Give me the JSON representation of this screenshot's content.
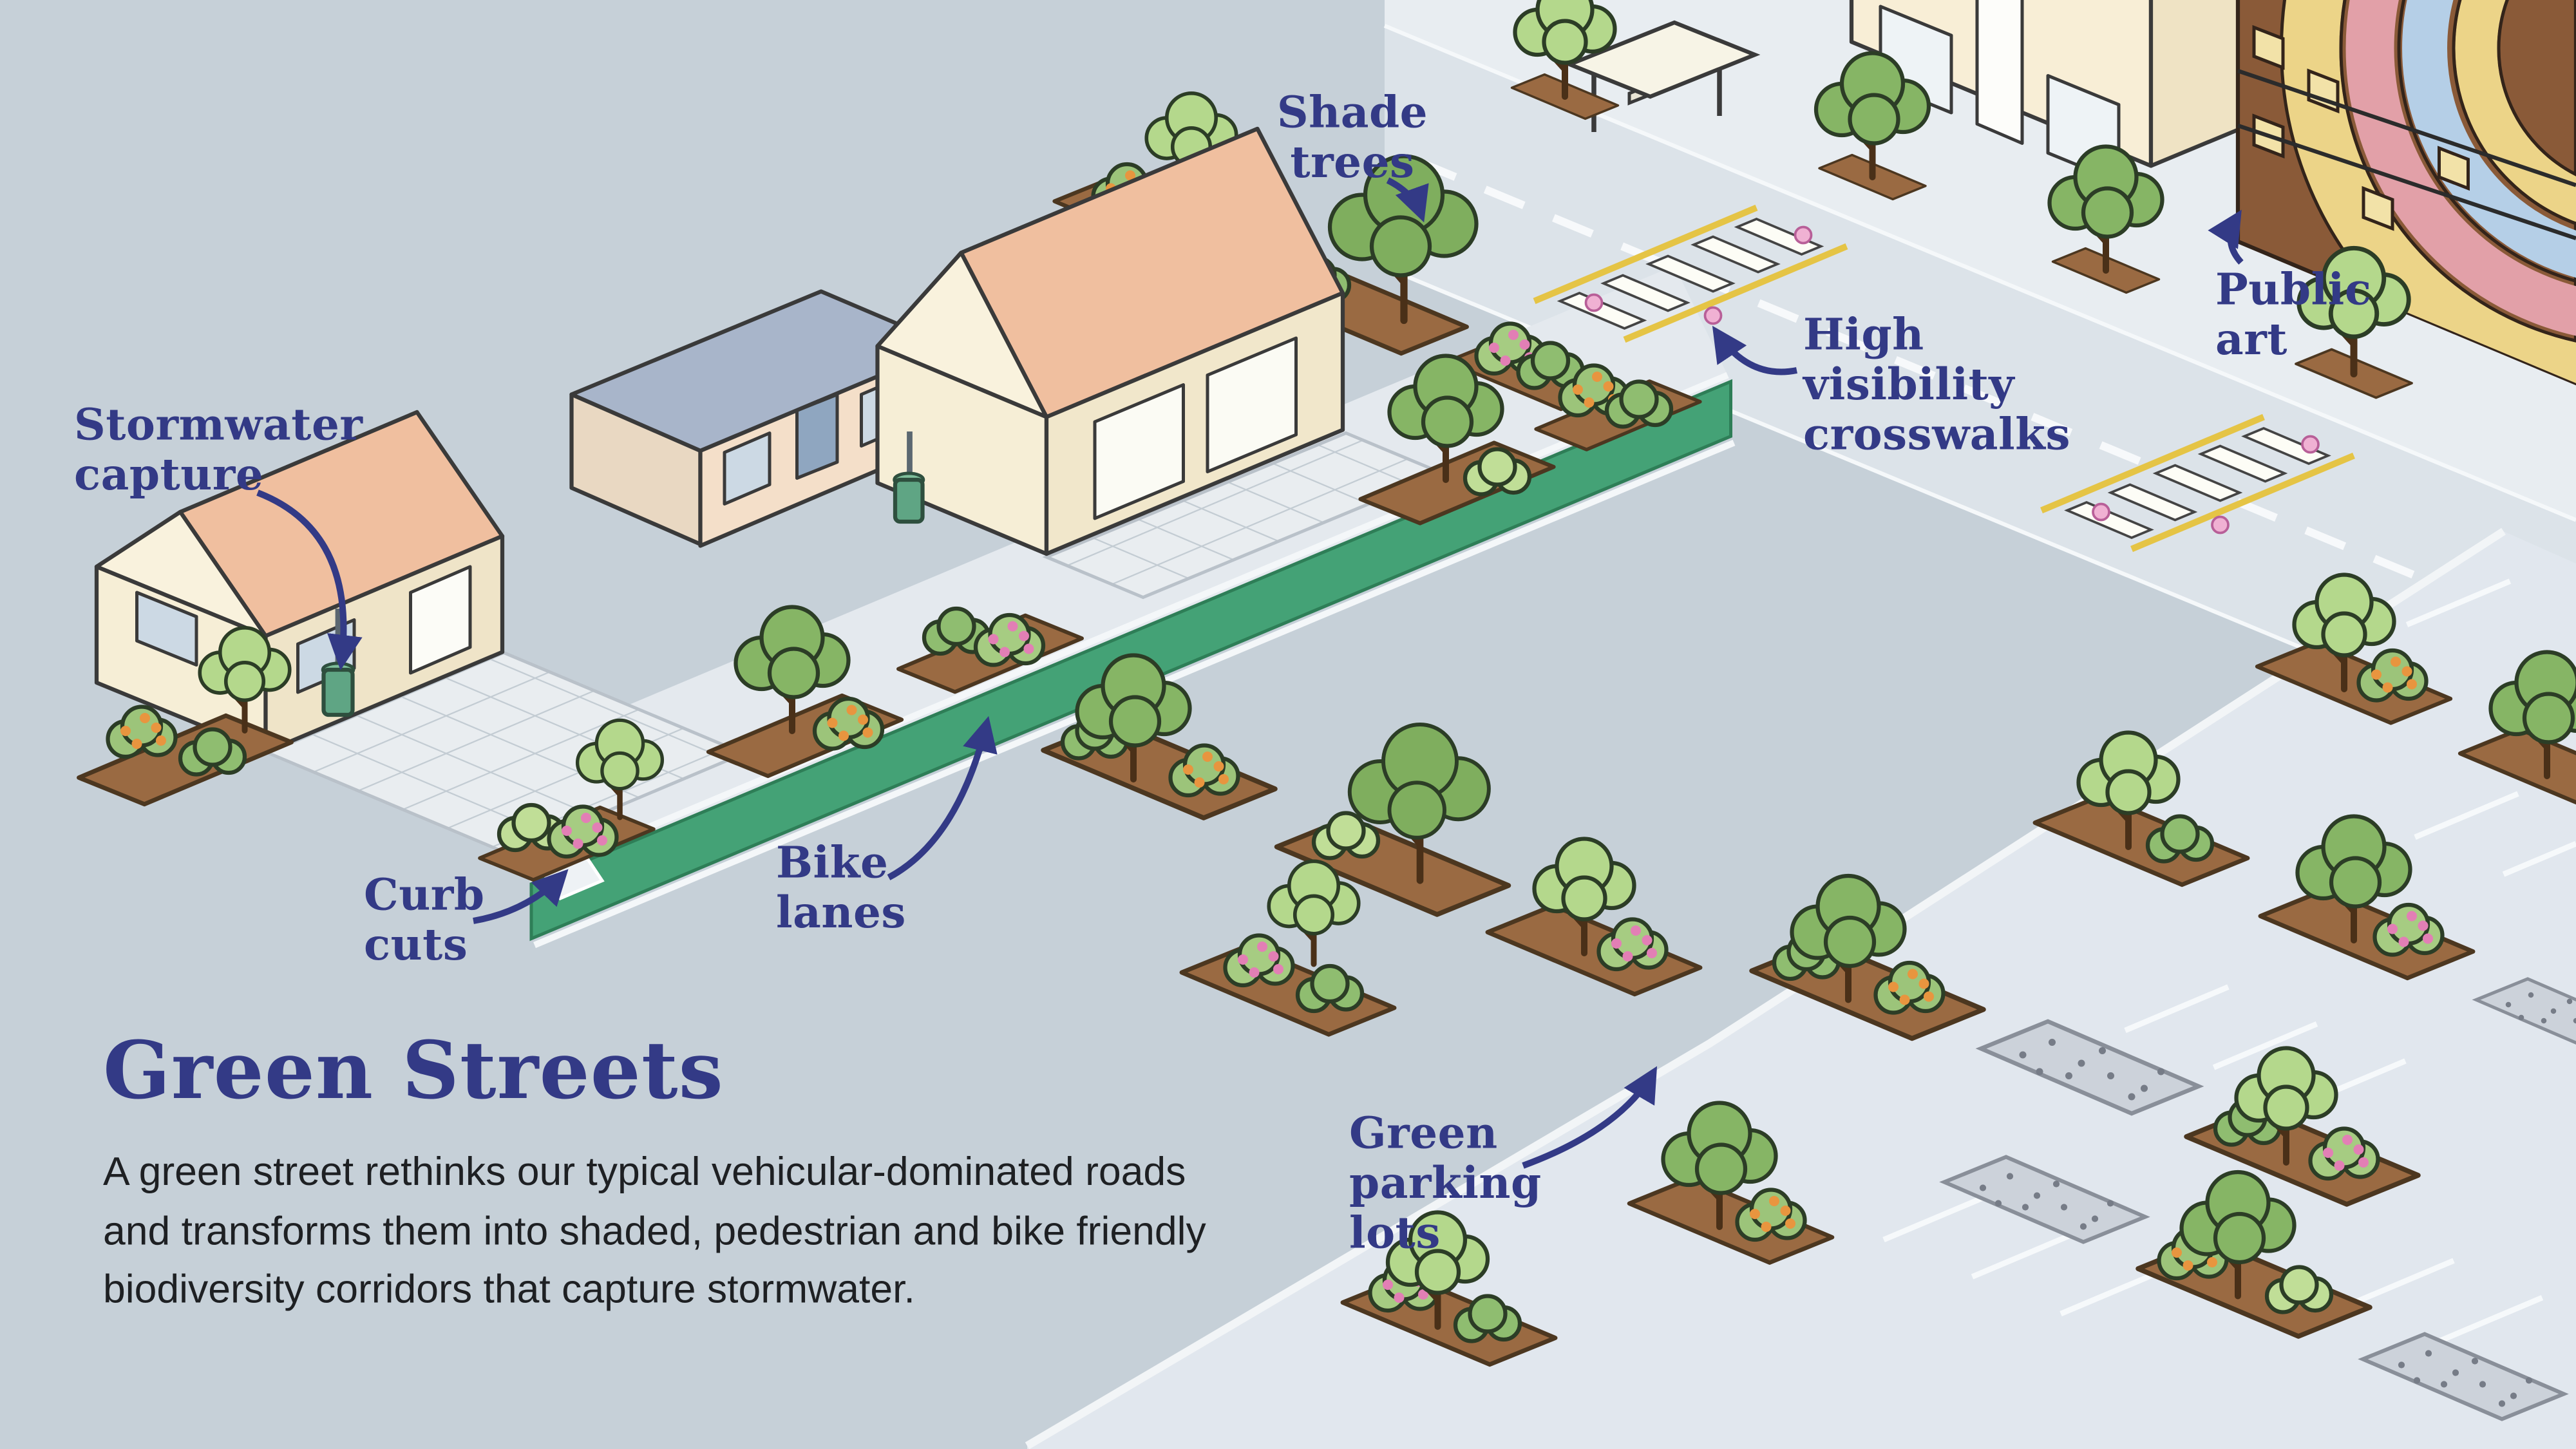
{
  "title": "Green Streets",
  "description": "A green street rethinks our typical vehicular-dominated roads and transforms them into shaded, pedestrian and bike friendly biodiversity corridors that capture stormwater.",
  "labels": {
    "shade_trees": [
      "Shade",
      "trees"
    ],
    "high_visibility": [
      "High",
      "visibility",
      "crosswalks"
    ],
    "public_art": [
      "Public",
      "art"
    ],
    "stormwater_capture": [
      "Stormwater",
      "capture"
    ],
    "curb_cuts": [
      "Curb",
      "cuts"
    ],
    "bike_lanes": [
      "Bike",
      "lanes"
    ],
    "green_parking": [
      "Green",
      "parking",
      "lots"
    ]
  },
  "palette": {
    "bg": "#c6d0d8",
    "navy": "#333a86",
    "road": "#dce3e9",
    "sidewalk": "#e8edf1",
    "lot": "#e1e7ee",
    "bike_lane": "#44a276",
    "bed_brown": "#9a6a42",
    "tree_green": "#86b565",
    "tree_light": "#b4d88c",
    "roof_peach": "#f7cfb2",
    "roof_blue": "#a8b5ca",
    "building_brown": "#8a5a38",
    "flower_orange": "#e8953f",
    "flower_pink": "#e27fb5"
  }
}
